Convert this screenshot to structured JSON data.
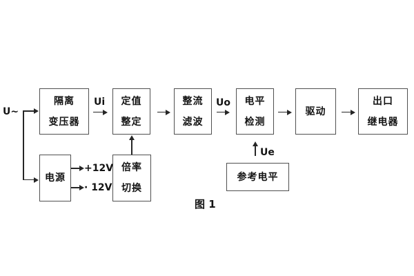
{
  "diagram": {
    "caption": "图 1",
    "source_label": "U~",
    "signal_labels": {
      "ui": "Ui",
      "uo": "Uo",
      "ue": "Ue"
    },
    "power_labels": {
      "positive": "+12V",
      "negative": "· 12V"
    },
    "blocks": {
      "isolation_transformer": {
        "line1": "隔离",
        "line2": "变压器"
      },
      "setpoint_adjust": {
        "line1": "定值",
        "line2": "整定"
      },
      "rectify_filter": {
        "line1": "整流",
        "line2": "滤波"
      },
      "level_detect": {
        "line1": "电平",
        "line2": "检测"
      },
      "drive": {
        "line1": "驱动"
      },
      "output_relay": {
        "line1": "出口",
        "line2": "继电器"
      },
      "power_supply": {
        "line1": "电源"
      },
      "ratio_switch": {
        "line1": "倍率",
        "line2": "切换"
      },
      "reference_level": {
        "line1": "参考电平"
      }
    },
    "colors": {
      "line": "#262626",
      "border": "#4f4f4f",
      "text": "#141414",
      "background": "#ffffff"
    }
  }
}
